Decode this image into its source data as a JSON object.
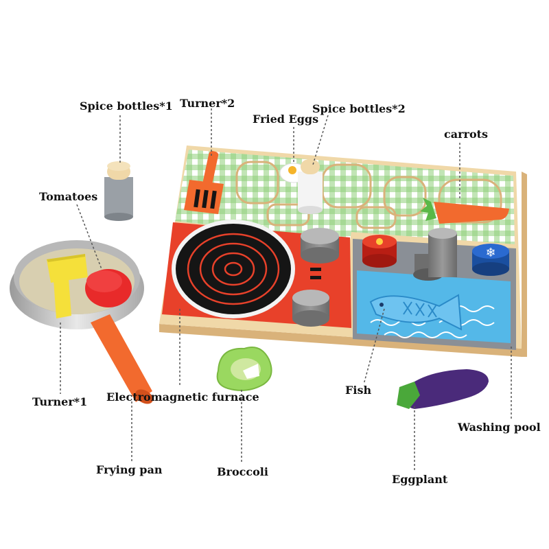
{
  "labels": {
    "spice_bottles_1": "Spice bottles*1",
    "turner_2": "Turner*2",
    "fried_eggs": "Fried Eggs",
    "spice_bottles_2": "Spice bottles*2",
    "carrots": "carrots",
    "tomatoes": "Tomatoes",
    "turner_1": "Turner*1",
    "electromagnetic_furnace": "Electromagnetic furnace",
    "fish": "Fish",
    "washing_pool": "Washing pool",
    "frying_pan": "Frying pan",
    "broccoli": "Broccoli",
    "eggplant": "Eggplant"
  },
  "colors": {
    "board_wood": "#f0d8a8",
    "checker_green": "#8fd07a",
    "stove_red": "#e8412a",
    "sink_grey": "#8a8f96",
    "water_blue": "#54b8e8",
    "carrot_orange": "#f26a2e",
    "eggplant_purple": "#4a2a7a",
    "broccoli_green": "#9ad860",
    "turner_yellow": "#f5e03a",
    "pan_silver": "#c8c8c8"
  }
}
